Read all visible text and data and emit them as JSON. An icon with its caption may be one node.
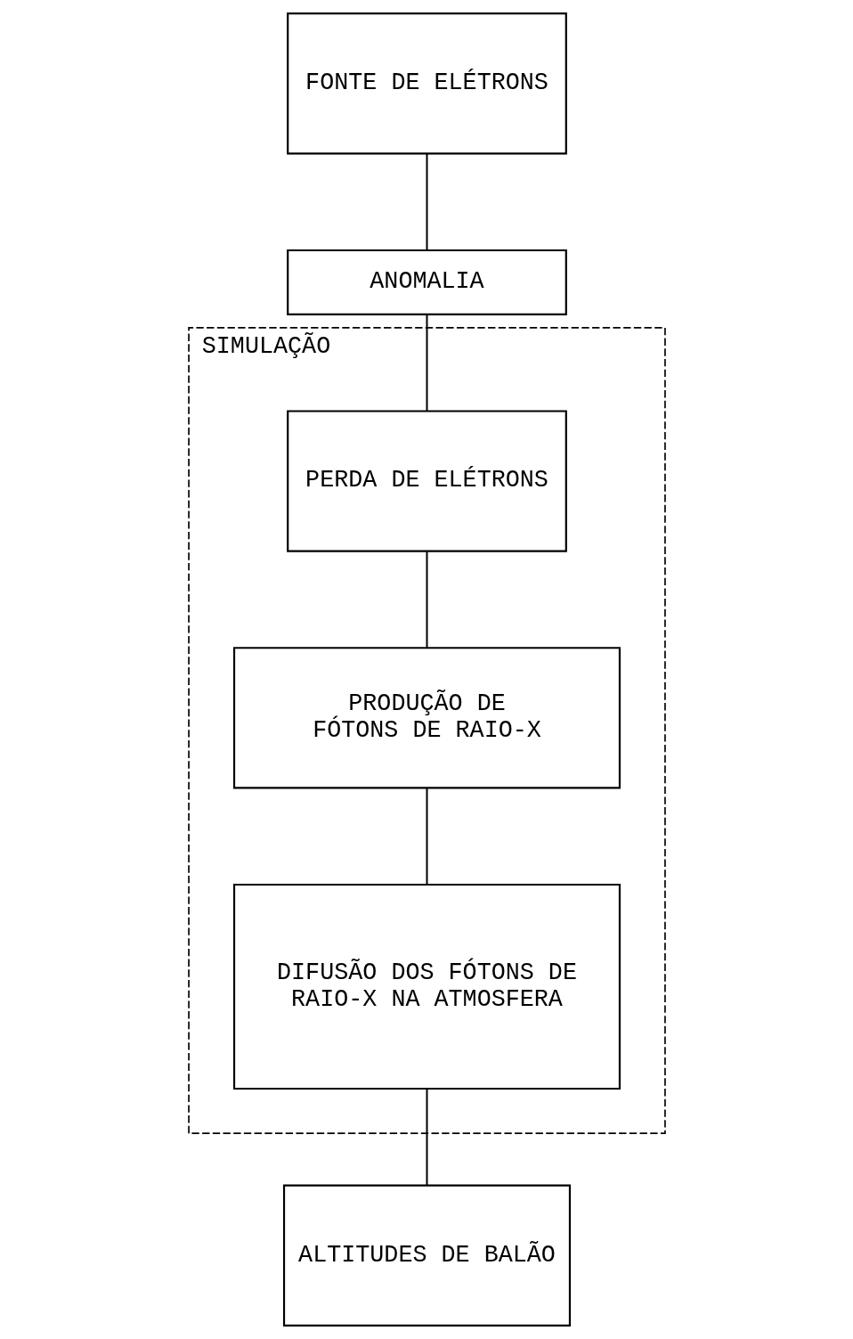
{
  "diagram": {
    "nodes": [
      {
        "text": [
          "FONTE DE ELÉTRONS"
        ]
      },
      {
        "text": [
          "ANOMALIA"
        ]
      },
      {
        "text": [
          "SIMULAÇÃO"
        ]
      },
      {
        "text": [
          "PERDA DE ELÉTRONS"
        ],
        "in": 2
      },
      {
        "text": [
          "PRODUÇÃO DE FÓTONS DE RAIO-X"
        ],
        "in": 2
      },
      {
        "text": [
          "DIFUSÃO DOS FÓTONS DE RAIO-X NA ATMOSFERA"
        ],
        "in": 2
      },
      {
        "text": [
          "ALTITUDES DE BALÃO"
        ]
      }
    ],
    "edges": [
      {
        "from": 0,
        "to": 1,
        "arrow": "none"
      },
      {
        "from": 1,
        "to": 3,
        "arrow": "none"
      },
      {
        "from": 3,
        "to": 4,
        "arrow": "none"
      },
      {
        "from": 4,
        "to": 5,
        "arrow": "none"
      },
      {
        "from": 5,
        "to": 6,
        "arrow": "none"
      }
    ]
  }
}
